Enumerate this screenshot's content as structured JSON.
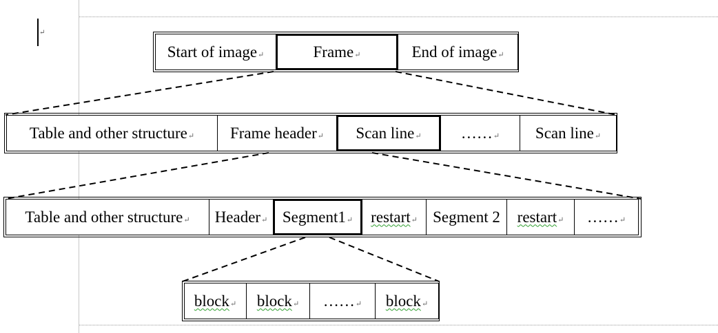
{
  "levels": [
    {
      "cells": [
        {
          "label": "Start of image",
          "mark": "↵"
        },
        {
          "label": "Frame",
          "mark": "↵"
        },
        {
          "label": "End of image",
          "mark": "↵"
        }
      ]
    },
    {
      "cells": [
        {
          "label": "Table and other structure",
          "mark": "↵"
        },
        {
          "label": "Frame header",
          "mark": "↵"
        },
        {
          "label": "Scan line",
          "mark": "↵"
        },
        {
          "label": "……",
          "mark": "↵"
        },
        {
          "label": "Scan line",
          "mark": "↵"
        }
      ]
    },
    {
      "cells": [
        {
          "label": "Table and other structure",
          "mark": "↵"
        },
        {
          "label": "Header",
          "mark": "↵"
        },
        {
          "label": "Segment1",
          "mark": "↵"
        },
        {
          "label": "restart",
          "mark": "↵"
        },
        {
          "label": "Segment 2",
          "mark": ""
        },
        {
          "label": "restart",
          "mark": "↵"
        },
        {
          "label": "……",
          "mark": "↵"
        }
      ]
    },
    {
      "cells": [
        {
          "label": "block",
          "mark": "↵"
        },
        {
          "label": "block",
          "mark": "↵"
        },
        {
          "label": "……",
          "mark": "↵"
        },
        {
          "label": "block",
          "mark": "↵"
        }
      ]
    }
  ],
  "cursor_mark": "↵"
}
